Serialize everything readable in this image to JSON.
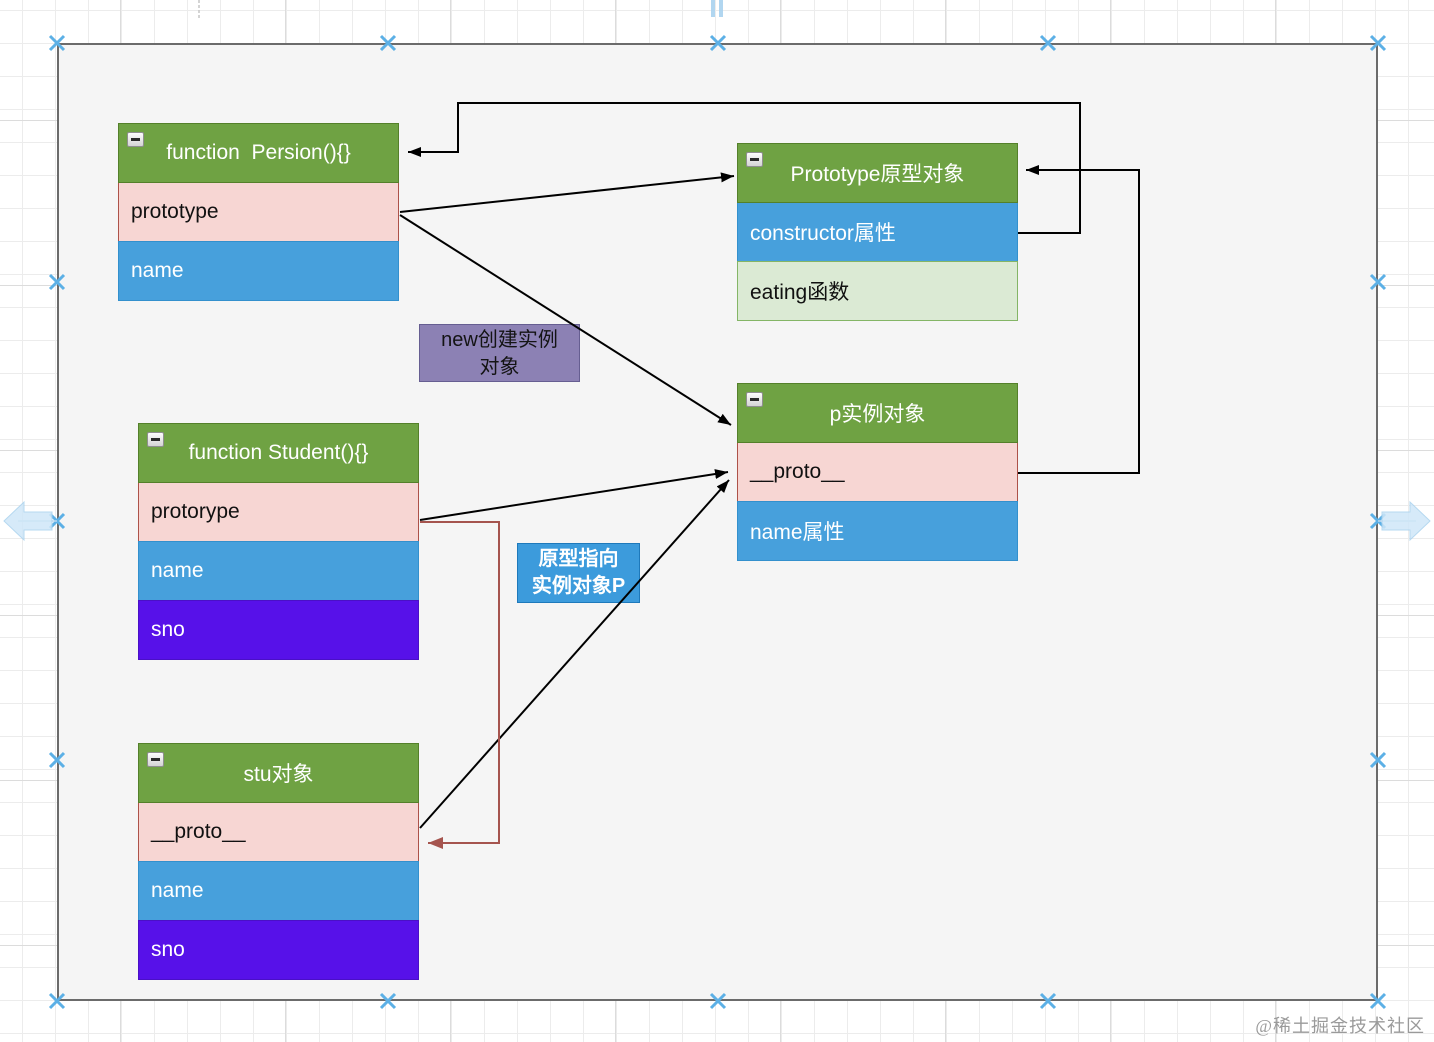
{
  "diagram": {
    "boxes": {
      "persion": {
        "title": "function  Persion(){}",
        "rows": [
          {
            "label": "prototype"
          },
          {
            "label": "name"
          }
        ]
      },
      "prototype_object": {
        "title": "Prototype原型对象",
        "rows": [
          {
            "label": "constructor属性"
          },
          {
            "label": "eating函数"
          }
        ]
      },
      "p_instance": {
        "title": "p实例对象",
        "rows": [
          {
            "label": "__proto__"
          },
          {
            "label": "name属性"
          }
        ]
      },
      "student": {
        "title": "function Student(){}",
        "rows": [
          {
            "label": "protorype"
          },
          {
            "label": "name"
          },
          {
            "label": "sno"
          }
        ]
      },
      "stu": {
        "title": "stu对象",
        "rows": [
          {
            "label": "__proto__"
          },
          {
            "label": "name"
          },
          {
            "label": "sno"
          }
        ]
      }
    },
    "labels": {
      "new_instance": {
        "line1": "new创建实例",
        "line2": "对象"
      },
      "proto_points": {
        "line1": "原型指向",
        "line2": "实例对象P"
      }
    }
  },
  "colors": {
    "header_green": "#6fa243",
    "row_blue": "#47a0dc",
    "row_pink": "#f7d6d3",
    "row_purple": "#5711e9",
    "row_lightgreen": "#dbead4",
    "connector_black": "#000000",
    "connector_red": "#a5544e",
    "handle_blue": "#5cb0e6",
    "note_purple": "#8c81b4",
    "note_blue": "#3c9bdc"
  },
  "watermark": {
    "text": "@稀土掘金技术社区"
  }
}
